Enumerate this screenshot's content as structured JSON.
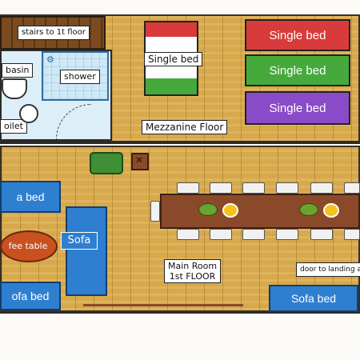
{
  "labels": {
    "stairs": "stairs to 1t floor",
    "basin": "basin",
    "shower": "shower",
    "toilet": "oilet",
    "single_bed_center": "Single bed",
    "mezzanine": "Mezzanine Floor",
    "coffee_table": "fee table",
    "sofa": "Sofa",
    "main_room_line1": "Main Room",
    "main_room_line2": "1st FLOOR",
    "door_landing": "door to landing and"
  },
  "beds": [
    {
      "label": "Single bed",
      "color": "#d83b3b"
    },
    {
      "label": "Single bed",
      "color": "#45a93b"
    },
    {
      "label": "Single bed",
      "color": "#8a4bc9"
    }
  ],
  "sofa_beds": {
    "top_left": "a bed",
    "bottom_left": "ofa bed",
    "bottom_right": "Sofa bed"
  },
  "colors": {
    "floor": "#d7a94c",
    "sofa": "#2f7fd1",
    "table": "#8a4a2a",
    "bath_floor": "#dceef8",
    "armchair": "#3f8f34"
  }
}
